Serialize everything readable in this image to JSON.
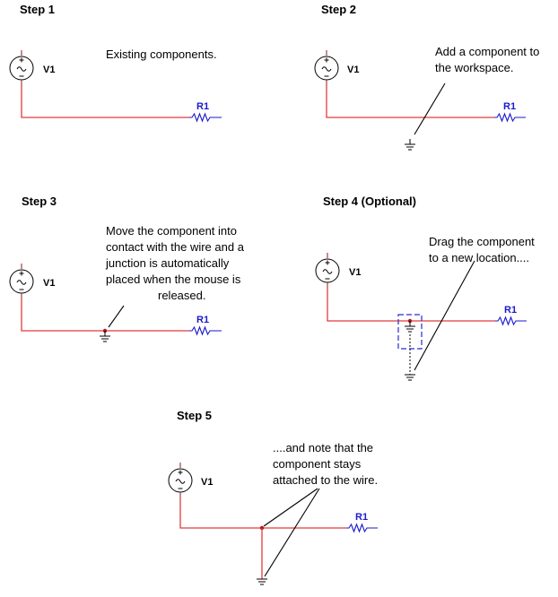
{
  "steps": {
    "s1": {
      "title": "Step 1",
      "caption": [
        "Existing components."
      ]
    },
    "s2": {
      "title": "Step 2",
      "caption": [
        "Add a component to",
        "the workspace."
      ]
    },
    "s3": {
      "title": "Step 3",
      "caption": [
        "Move the component into",
        "contact with the wire and a",
        "junction is automatically",
        "placed when the mouse is",
        "released."
      ]
    },
    "s4": {
      "title": "Step 4  (Optional)",
      "caption": [
        "Drag the component",
        "to a new location...."
      ]
    },
    "s5": {
      "title": "Step 5",
      "caption": [
        "....and note that the",
        "component stays",
        "attached to the wire."
      ]
    }
  },
  "components": {
    "source_label": "V1",
    "resistor_label": "R1"
  },
  "colors": {
    "wire": "#e23b3b",
    "resistor": "#1a1acc",
    "selection_box": "#2a2ad0",
    "junction": "#b01818"
  }
}
